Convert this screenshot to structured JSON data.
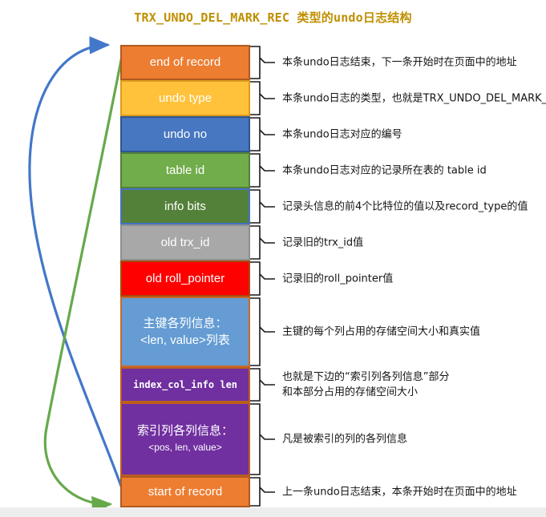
{
  "title": "TRX_UNDO_DEL_MARK_REC 类型的undo日志结构",
  "colors": {
    "title": "#BF8F00",
    "annotation_text": "#141414",
    "bracket": "#1a1a1a",
    "blue_arrow": "#4377C9",
    "green_arrow": "#66A94B",
    "footer_strip": "#EDEDED",
    "background": "#FFFFFF"
  },
  "icons": {
    "blue_arrow": "curved-arrow-from-start-of-record-to-end-of-record",
    "green_arrow": "curved-arrow-from-end-of-record-to-start-of-record"
  },
  "rows": [
    {
      "label": [
        "end of record"
      ],
      "fill": "#ED7D31",
      "border": "#B15A1F",
      "h": 44,
      "annotation": [
        "本条undo日志结束，下一条开始时在页面中的地址"
      ]
    },
    {
      "label": [
        "undo type"
      ],
      "fill": "#FFC23A",
      "border": "#DD9A1D",
      "h": 45,
      "annotation": [
        "本条undo日志的类型，也就是TRX_UNDO_DEL_MARK_REC"
      ]
    },
    {
      "label": [
        "undo no"
      ],
      "fill": "#4677C0",
      "border": "#30568F",
      "h": 45,
      "annotation": [
        "本条undo日志对应的编号"
      ]
    },
    {
      "label": [
        "table id"
      ],
      "fill": "#72AD4B",
      "border": "#54803A",
      "h": 45,
      "annotation": [
        "本条undo日志对应的记录所在表的 table id"
      ]
    },
    {
      "label": [
        "info bits"
      ],
      "fill": "#548139",
      "border": "#4472C4",
      "h": 45,
      "annotation": [
        "记录头信息的前4个比特位的值以及record_type的值"
      ]
    },
    {
      "label": [
        "old trx_id"
      ],
      "fill": "#A8A8A8",
      "border": "#8F8F8F",
      "h": 45,
      "annotation": [
        "记录旧的trx_id值"
      ]
    },
    {
      "label": [
        "old roll_pointer"
      ],
      "fill": "#FE0000",
      "border": "#A64B0B",
      "h": 45,
      "annotation": [
        "记录旧的roll_pointer值"
      ]
    },
    {
      "label": [
        "主键各列信息：",
        "<len, value>列表"
      ],
      "fill": "#649CD3",
      "border": "#C96A2A",
      "h": 88,
      "annotation": [
        "主键的每个列占用的存储空间大小和真实值"
      ]
    },
    {
      "label": [
        "index_col_info len"
      ],
      "fill": "#7030A0",
      "border": "#BE5E1E",
      "h": 44,
      "mono": true,
      "annotation": [
        "也就是下边的“索引列各列信息”部分",
        "和本部分占用的存储空间大小"
      ]
    },
    {
      "label": [
        "索引列各列信息：",
        "<pos, len, value>"
      ],
      "fill": "#7030A0",
      "border": "#BE5E1E",
      "h": 92,
      "small_lines": [
        1
      ],
      "annotation": [
        "凡是被索引的列的各列信息"
      ]
    },
    {
      "label": [
        "start of record"
      ],
      "fill": "#ED7D31",
      "border": "#B15A1F",
      "h": 39,
      "annotation": [
        "上一条undo日志结束，本条开始时在页面中的地址"
      ]
    }
  ]
}
